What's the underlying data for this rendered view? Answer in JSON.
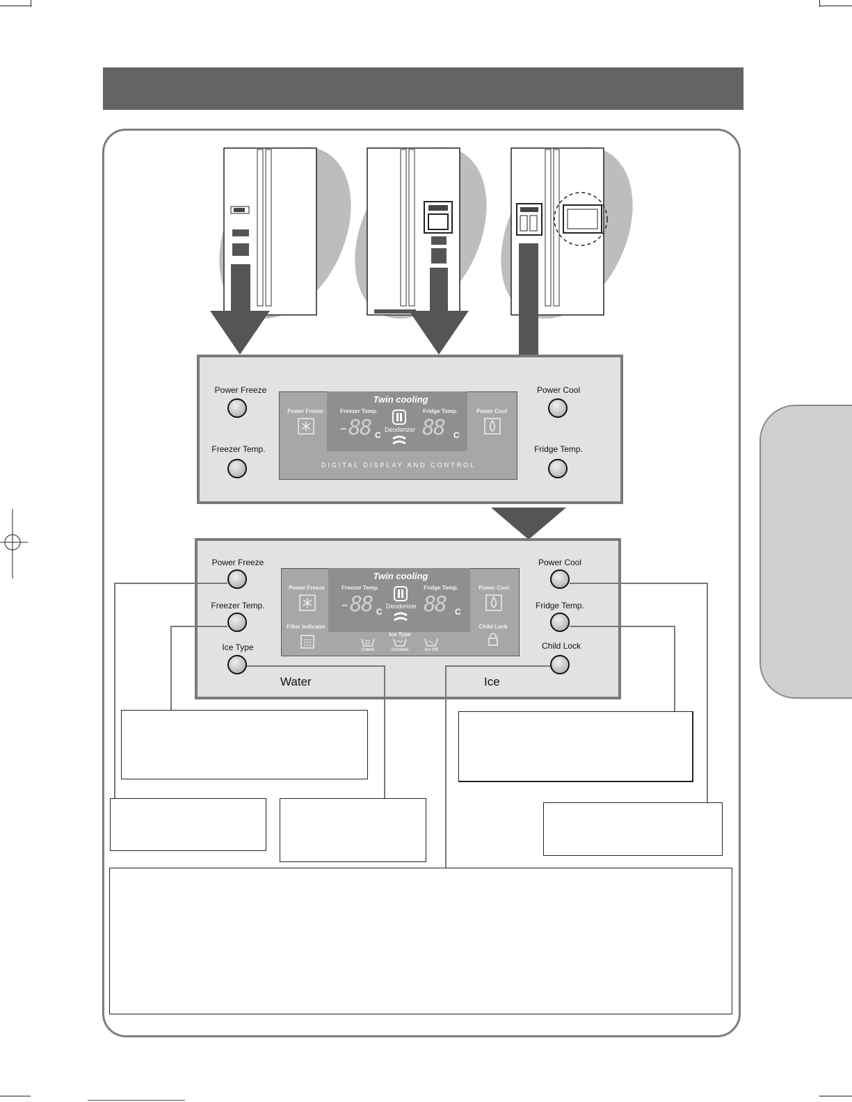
{
  "header": {
    "title": ""
  },
  "top_panel": {
    "power_freeze_label": "Power Freeze",
    "freezer_temp_label": "Freezer Temp.",
    "power_cool_label": "Power Cool",
    "fridge_temp_label": "Fridge Temp.",
    "display": {
      "title": "Twin cooling",
      "power_freeze": "Power Freeze",
      "power_cool": "Power Cool",
      "freezer_temp": "Freezer Temp.",
      "fridge_temp": "Fridge Temp.",
      "freezer_digits": "-88",
      "fridge_digits": "88",
      "unit": "C",
      "deodorizer": "Deodorizer",
      "caption": "DIGITAL DISPLAY AND CONTROL"
    }
  },
  "bottom_panel": {
    "power_freeze_label": "Power Freeze",
    "freezer_temp_label": "Freezer Temp.",
    "ice_type_label": "Ice Type",
    "power_cool_label": "Power Cool",
    "fridge_temp_label": "Fridge Temp.",
    "child_lock_label": "Child Lock",
    "water_label": "Water",
    "ice_label": "Ice",
    "display": {
      "title": "Twin cooling",
      "power_freeze": "Power Freeze",
      "power_cool": "Power Cool",
      "freezer_temp": "Freezer Temp.",
      "fridge_temp": "Fridge Temp.",
      "freezer_digits": "-88",
      "fridge_digits": "88",
      "unit": "C",
      "deodorizer": "Deodorizer",
      "filter_indicator": "Filter Indicator",
      "child_lock": "Child Lock",
      "ice_type": "Ice Type",
      "cubed": "Cubed",
      "crushed": "Crushed",
      "ice_off": "Ice Off"
    }
  },
  "colors": {
    "header_bar": "#656363",
    "panel": "#e2e2e2",
    "display": "#a7a7a7",
    "side_tab": "#cfcfcf"
  },
  "icons": [
    "snowflake-icon",
    "water-drop-icon",
    "deodorizer-icon",
    "filter-icon",
    "lock-icon",
    "ice-cubed-icon",
    "ice-crushed-icon",
    "ice-off-icon"
  ]
}
